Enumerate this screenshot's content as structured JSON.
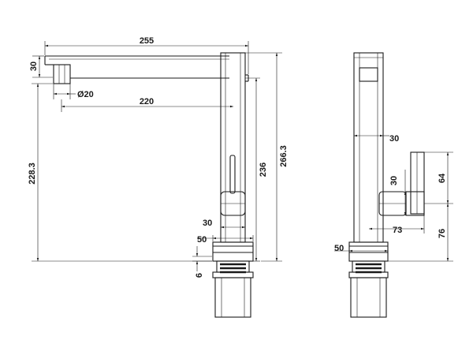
{
  "front_view": {
    "width_total": "255",
    "spout_drop": "30",
    "outlet_diameter": "Ø20",
    "reach": "220",
    "height_to_outlet": "228.3",
    "body_height": "236",
    "total_height": "266.3",
    "body_width": "30",
    "base_diameter": "50",
    "base_thickness": "6"
  },
  "side_view": {
    "body_width": "30",
    "lever_width": "30",
    "lever_height": "64",
    "lever_reach": "73",
    "lever_height_from_base": "76",
    "base_diameter": "50"
  }
}
